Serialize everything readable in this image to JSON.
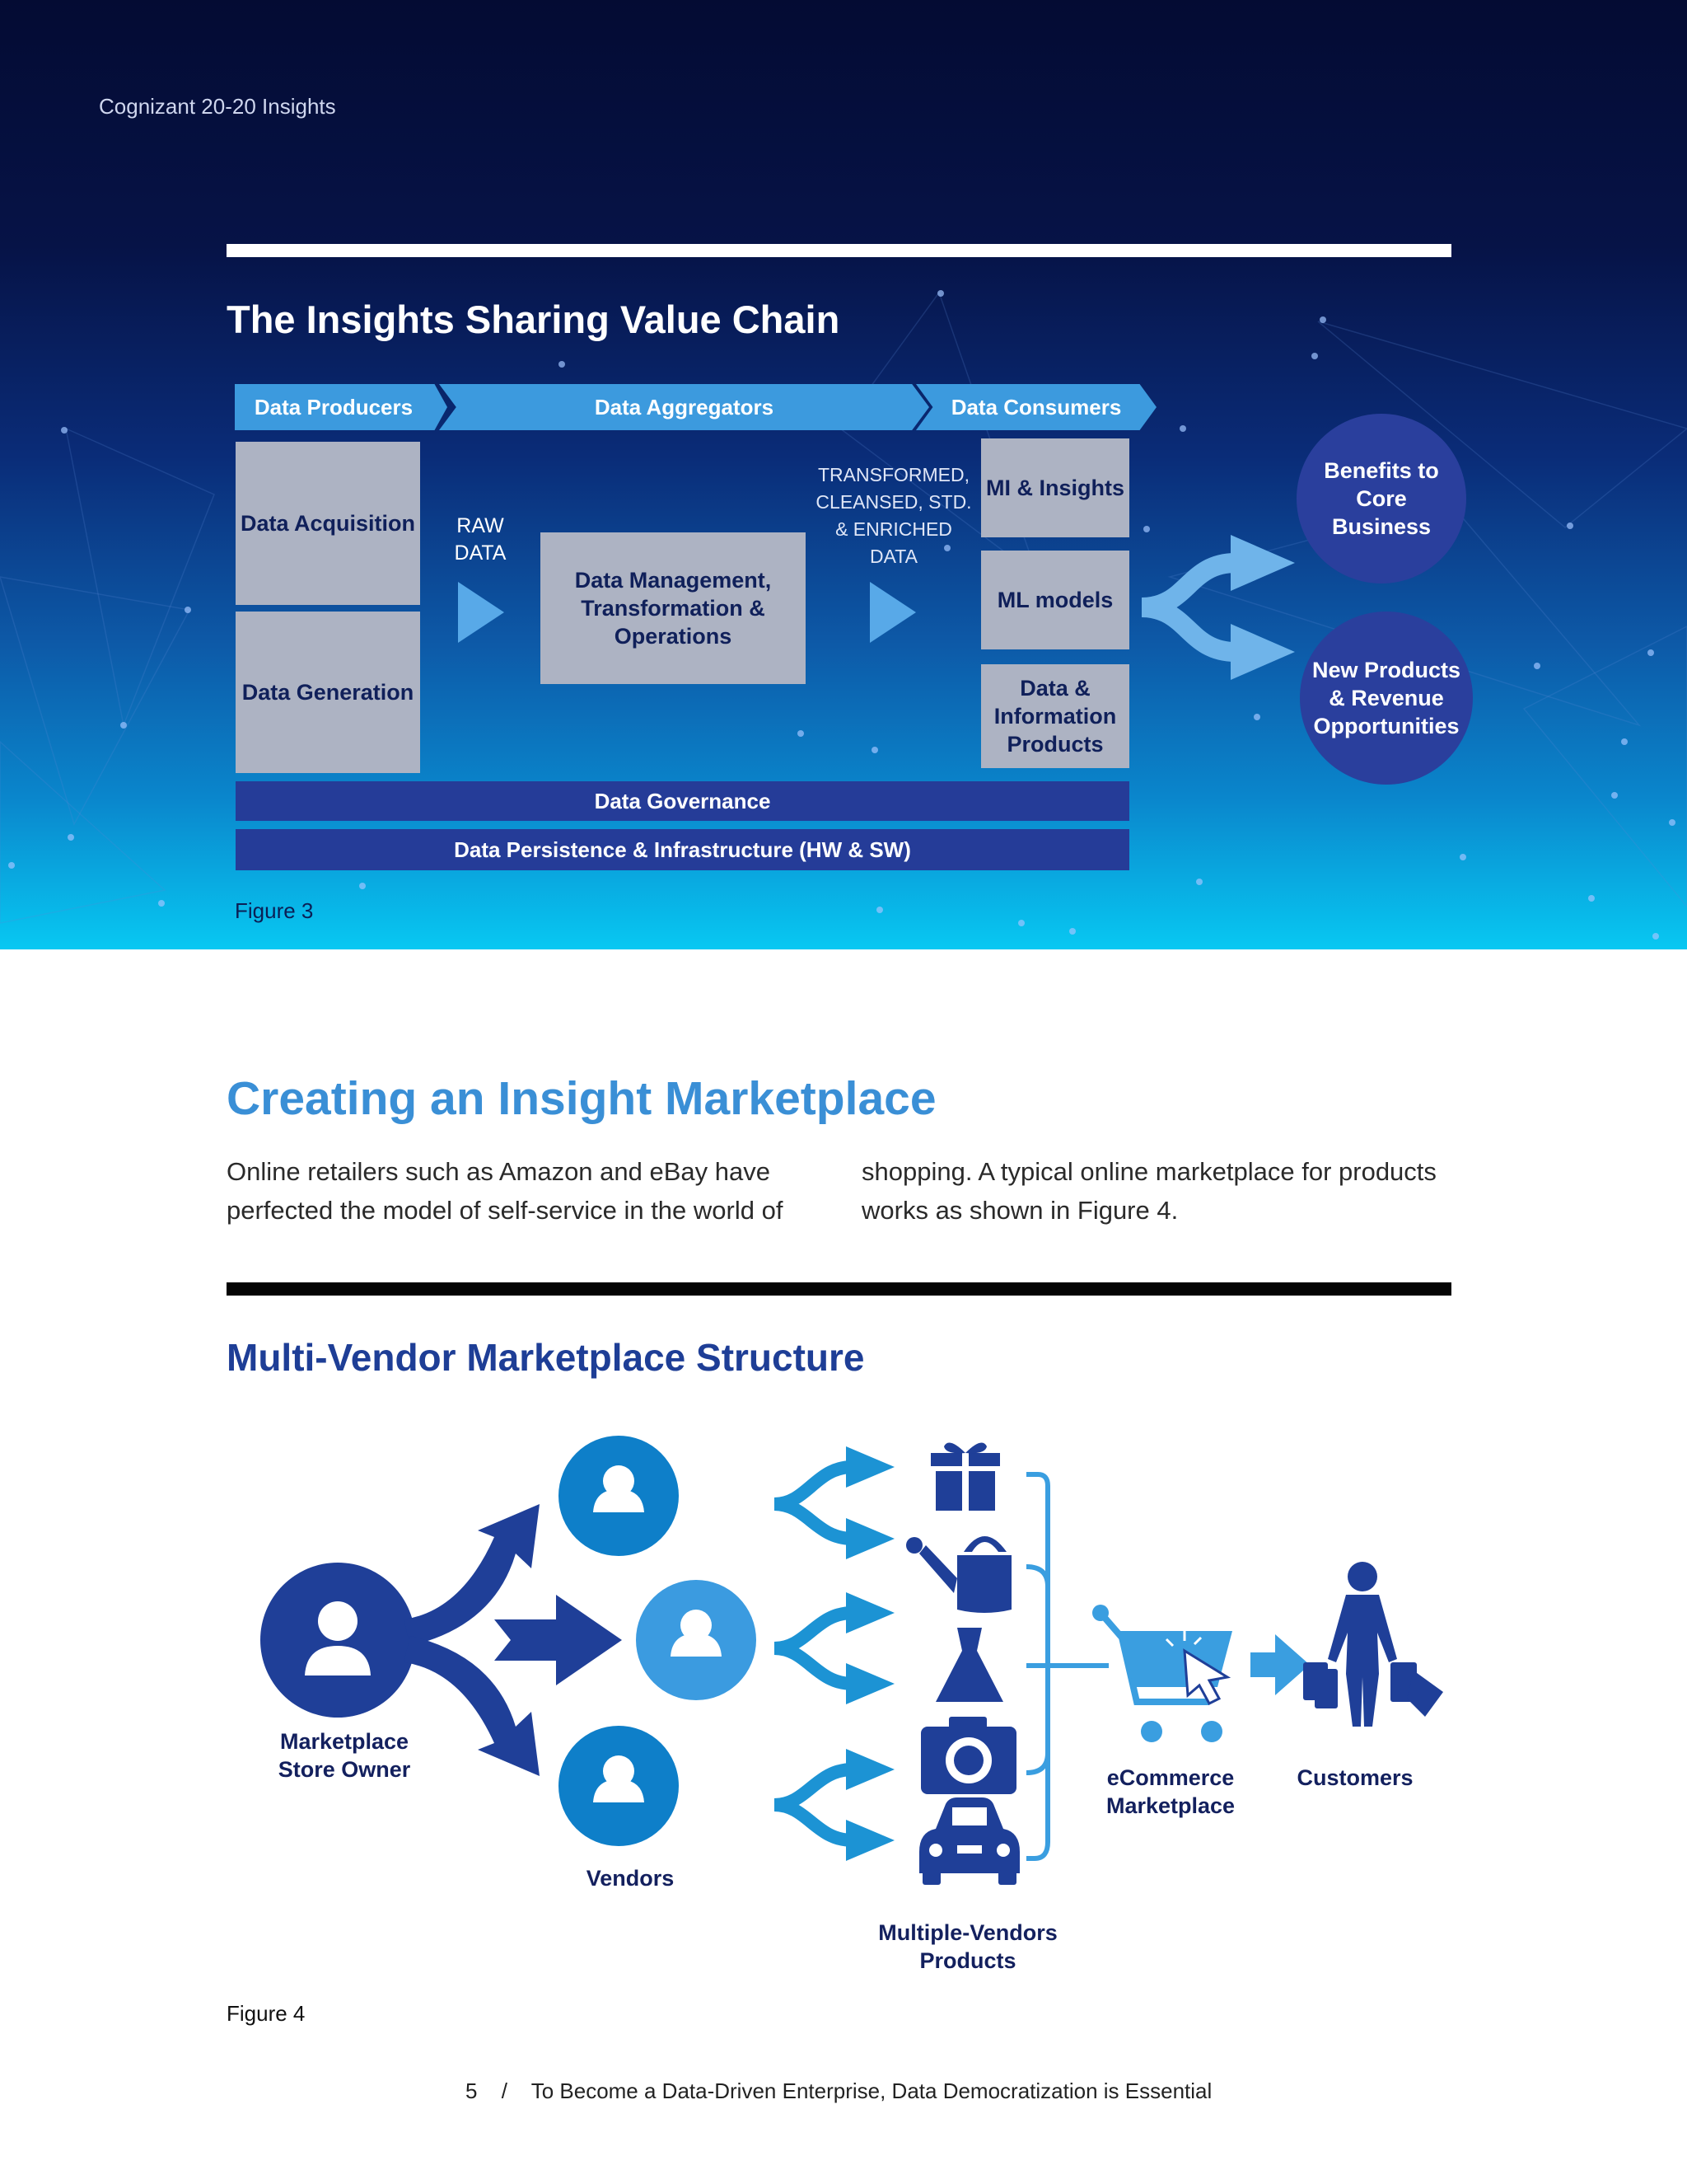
{
  "header": {
    "label": "Cognizant 20-20 Insights"
  },
  "figure3": {
    "title": "The Insights Sharing Value Chain",
    "stages": [
      "Data Producers",
      "Data Aggregators",
      "Data Consumers"
    ],
    "producers": [
      "Data Acquisition",
      "Data Generation"
    ],
    "raw_label": "RAW DATA",
    "aggregator_box": "Data Management, Transformation & Operations",
    "transformed_label": "TRANSFORMED, CLEANSED, STD. & ENRICHED DATA",
    "consumers": [
      "MI & Insights",
      "ML models",
      "Data & Information Products"
    ],
    "outcomes": [
      "Benefits to Core Business",
      "New Products & Revenue Opportunities"
    ],
    "bands": [
      "Data Governance",
      "Data Persistence & Infrastructure (HW & SW)"
    ],
    "caption": "Figure 3"
  },
  "section": {
    "title": "Creating an Insight Marketplace",
    "col1": "Online retailers such as Amazon and eBay have perfected the model of self-service in the world of",
    "col2": "shopping. A typical online marketplace for products works as shown in Figure 4."
  },
  "figure4": {
    "title": "Multi-Vendor Marketplace Structure",
    "owner_label": "Marketplace Store Owner",
    "vendors_label": "Vendors",
    "products_label": "Multiple-Vendors Products",
    "marketplace_label": "eCommerce Marketplace",
    "customers_label": "Customers",
    "caption": "Figure 4",
    "icons": [
      "gift-icon",
      "watering-can-icon",
      "dress-icon",
      "camera-icon",
      "car-icon",
      "shopping-cart-icon",
      "shopper-icon"
    ]
  },
  "footer": {
    "page": "5",
    "separator": "/",
    "title": "To Become a Data-Driven Enterprise, Data Democratization is Essential"
  },
  "colors": {
    "accent_blue": "#3a8fd6",
    "navy": "#1e3e96",
    "dark_navy": "#13205e"
  }
}
